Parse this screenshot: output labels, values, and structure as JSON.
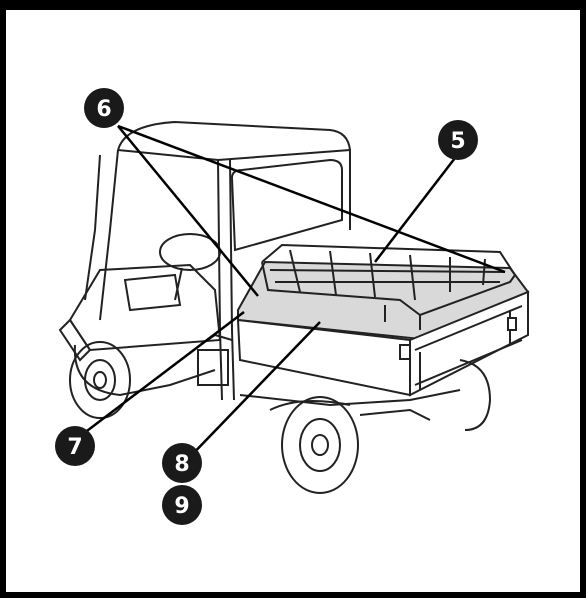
{
  "callouts": [
    {
      "id": "6",
      "label": "6"
    },
    {
      "id": "5",
      "label": "5"
    },
    {
      "id": "7",
      "label": "7"
    },
    {
      "id": "8",
      "label": "8"
    },
    {
      "id": "9",
      "label": "9"
    }
  ],
  "colors": {
    "badge": "#1a1a1a",
    "frame": "#000000",
    "line_art": "#222222",
    "cargo_highlight": "#d9d9d9"
  }
}
